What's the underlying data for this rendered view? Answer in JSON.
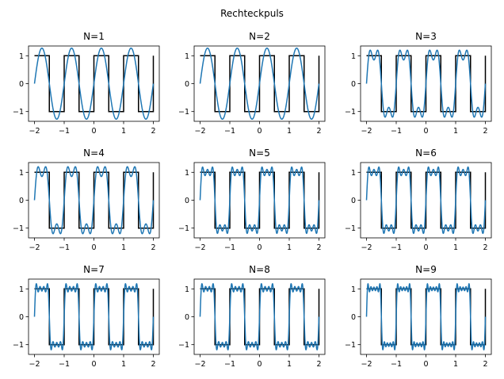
{
  "figure": {
    "suptitle": "Rechteckpuls"
  },
  "chart_data": {
    "type": "line",
    "title": "Rechteckpuls",
    "subplot_titles": [
      "N=1",
      "N=2",
      "N=3",
      "N=4",
      "N=5",
      "N=6",
      "N=7",
      "N=8",
      "N=9"
    ],
    "grid": false,
    "xlim": [
      -2.2,
      2.2
    ],
    "ylim": [
      -1.35,
      1.35
    ],
    "xticks": [
      -2,
      -1,
      0,
      1,
      2
    ],
    "xtick_labels": [
      "−2",
      "−1",
      "0",
      "1",
      "2"
    ],
    "yticks": [
      -1,
      0,
      1
    ],
    "ytick_labels": [
      "−1",
      "0",
      "1"
    ],
    "series": [
      {
        "role": "square wave",
        "color": "#000000",
        "period": 1,
        "amplitude": 1,
        "x_range": [
          -2,
          2
        ]
      },
      {
        "role": "fourier approximation",
        "color": "#1f77b4",
        "harmonics_per_panel": [
          1,
          1,
          2,
          2,
          3,
          3,
          4,
          4,
          5
        ],
        "x_range": [
          -2,
          2
        ]
      }
    ]
  }
}
